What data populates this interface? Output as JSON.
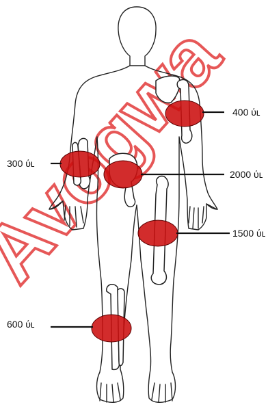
{
  "figure": {
    "labels": {
      "shoulder_right": "400 ύʟ",
      "forearm_left": "300 ύʟ",
      "pelvis": "2000 ύʟ",
      "femur_right": "1500 ύʟ",
      "tibia_left": "600 ύʟ"
    },
    "watermark": "Avogwa",
    "colors": {
      "blood_loss_marker": "#cc0f0f",
      "watermark": "#e23a3a",
      "outline": "#222222"
    }
  }
}
